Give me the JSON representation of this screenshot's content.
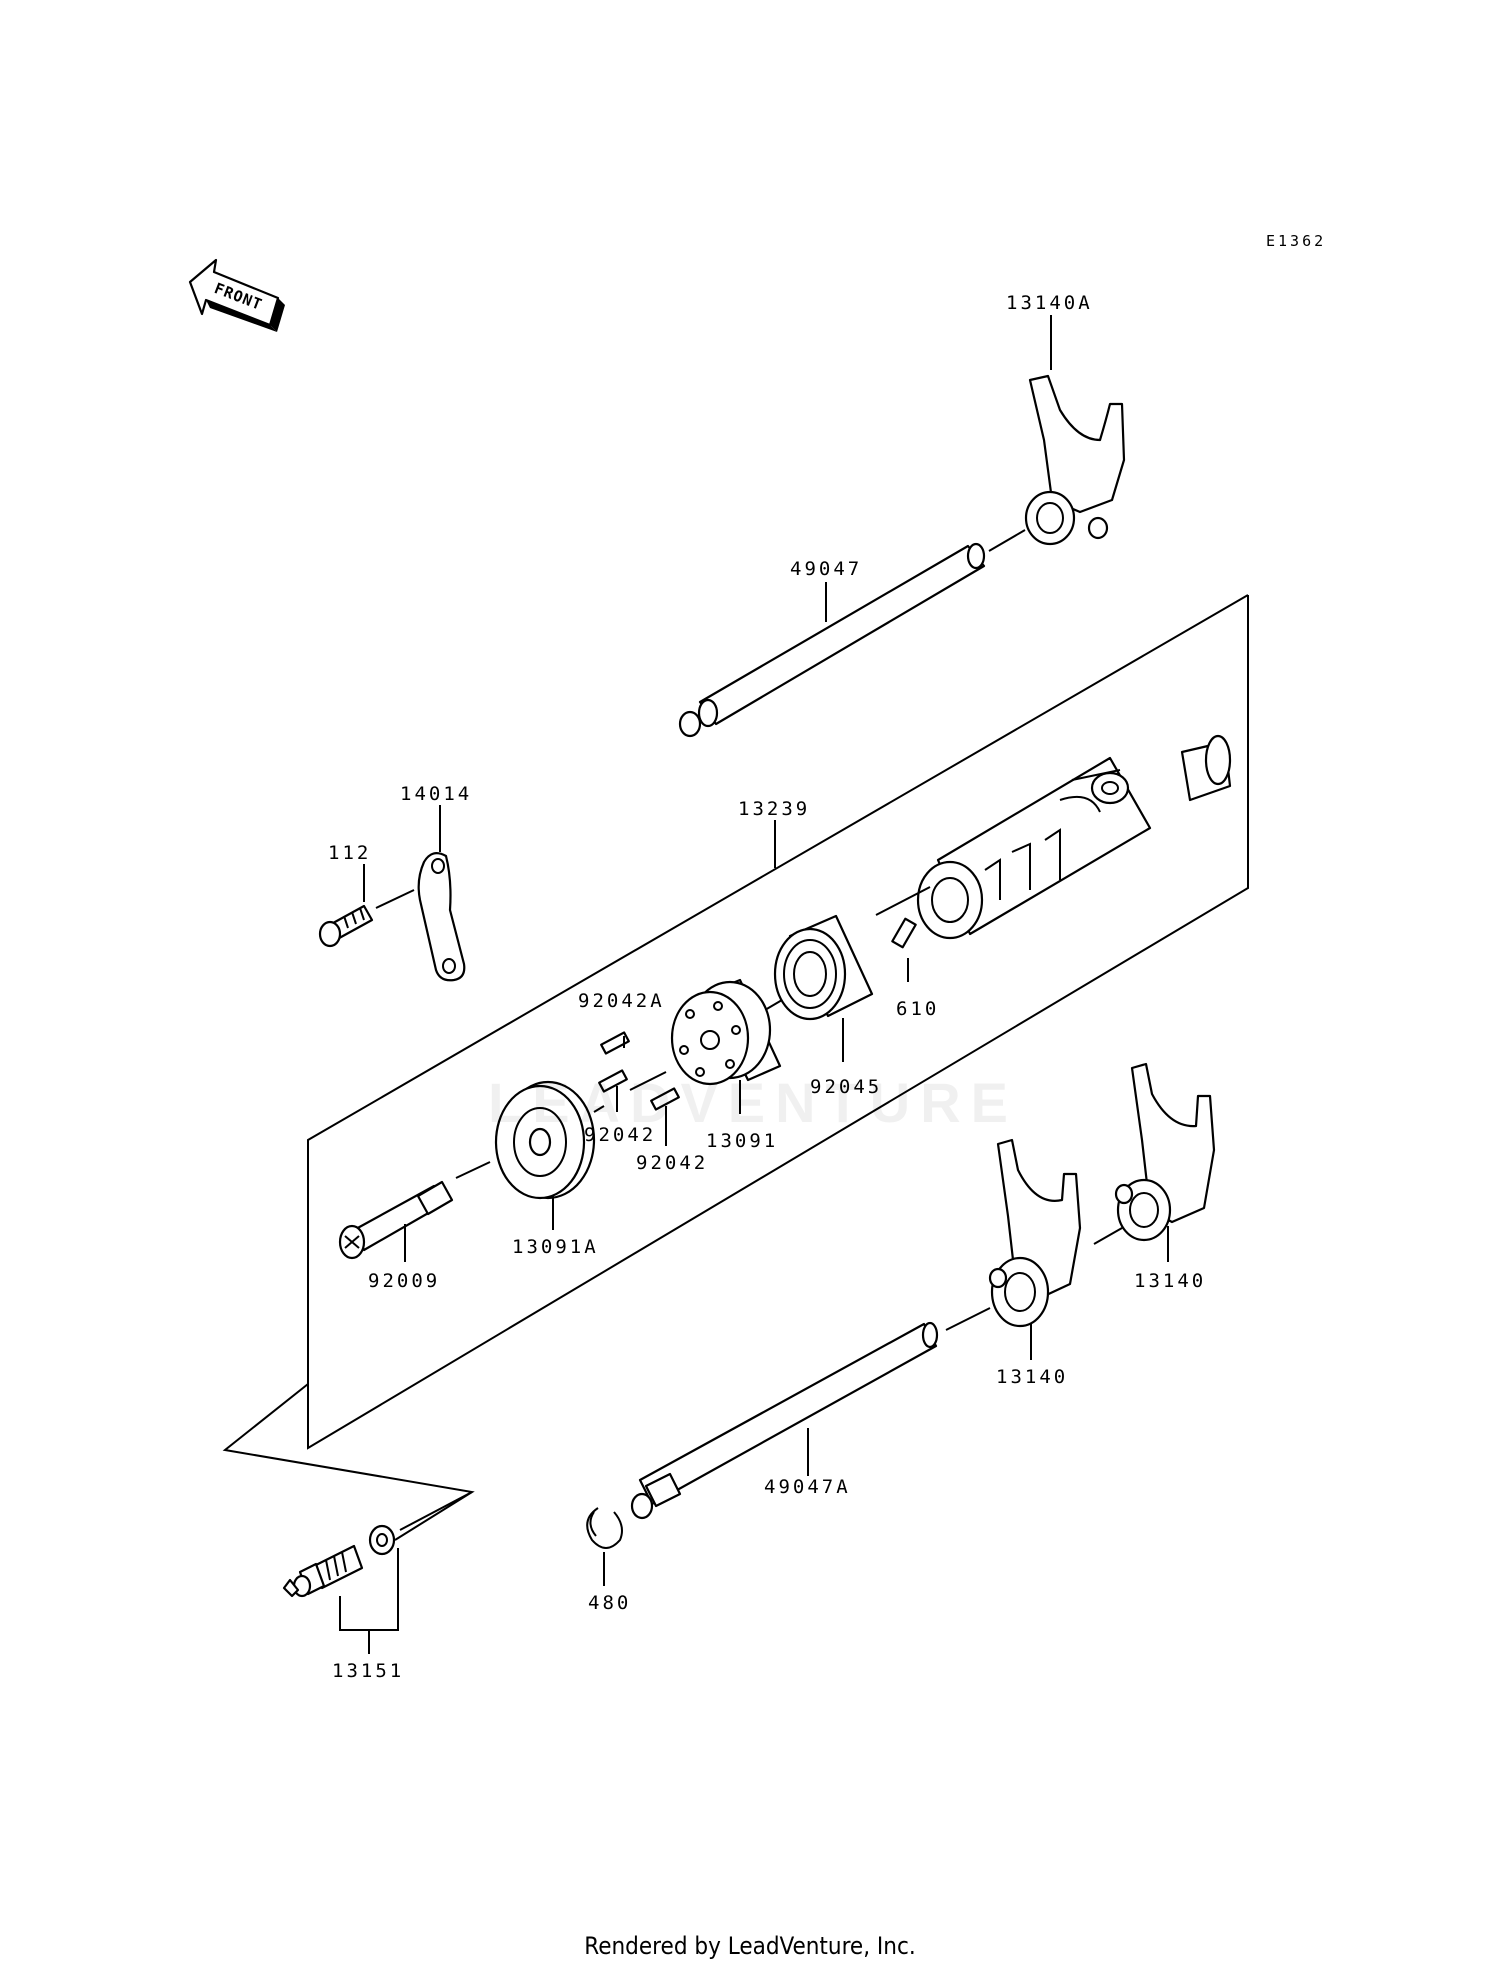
{
  "diagram_code": "E1362",
  "front_arrow_label": "FRONT",
  "watermark": "LEADVENTURE",
  "footer": "Rendered by LeadVenture, Inc.",
  "callouts": {
    "c13140A": "13140A",
    "c49047": "49047",
    "c14014": "14014",
    "c112": "112",
    "c13239": "13239",
    "c92042A": "92042A",
    "c610": "610",
    "c92045": "92045",
    "c92042a": "92042",
    "c13091": "13091",
    "c92042b": "92042",
    "c92009": "92009",
    "c13091A": "13091A",
    "c13140b": "13140",
    "c13140a": "13140",
    "c49047A": "49047A",
    "c480": "480",
    "c13151": "13151"
  }
}
